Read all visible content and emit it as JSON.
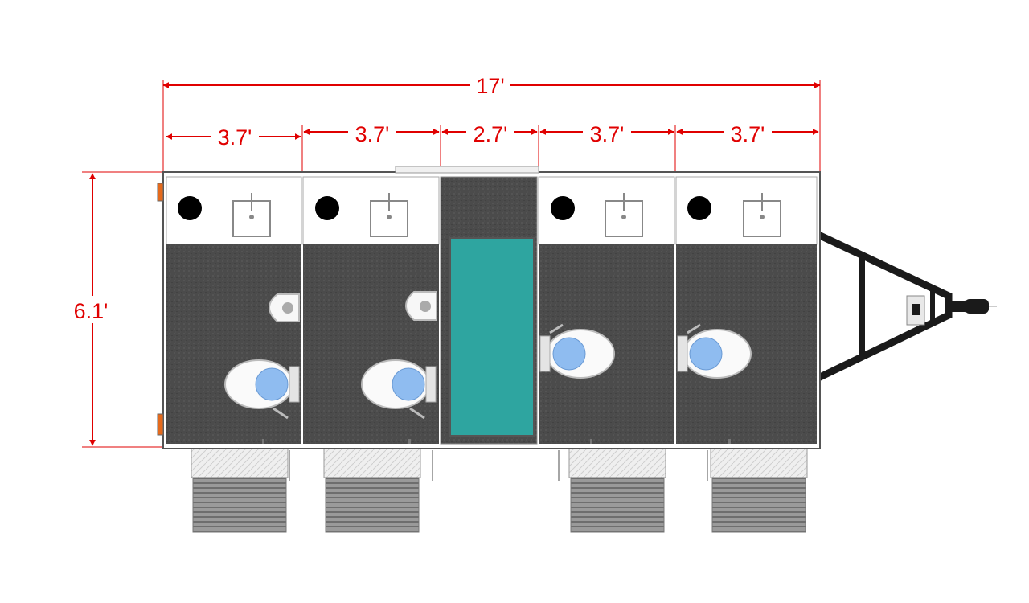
{
  "colors": {
    "dimension": "#e00000",
    "floor": "#4a4a4a",
    "panel": "#ffffff",
    "water": "#2ea5a0",
    "fixture_blue": "#8fbcf0",
    "frame": "#222222"
  },
  "dimensions": {
    "overall_length": "17'",
    "width": "6.1'",
    "segments": [
      "3.7'",
      "3.7'",
      "2.7'",
      "3.7'",
      "3.7'"
    ]
  },
  "icons": [
    "dimension-arrow-icon",
    "sink-icon",
    "drain-icon",
    "urinal-icon",
    "toilet-icon",
    "trailer-hitch-icon",
    "entry-step-icon"
  ]
}
